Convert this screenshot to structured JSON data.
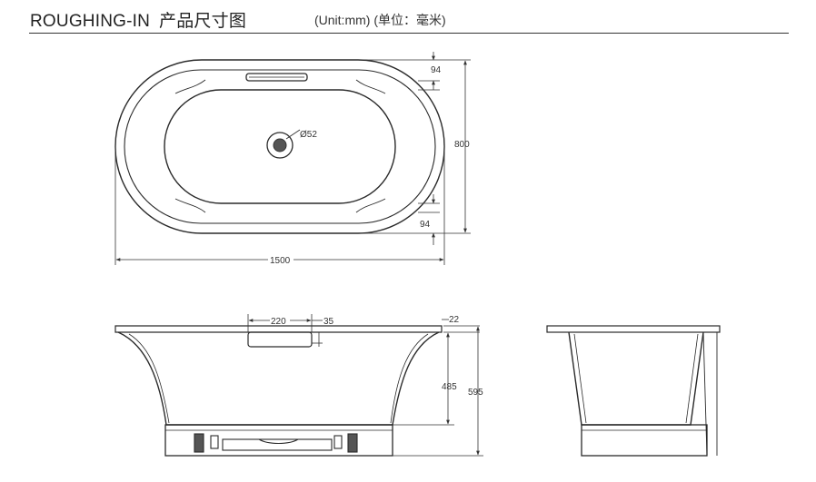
{
  "header": {
    "title": "ROUGHING-IN",
    "title_cn": "产品尺寸图",
    "unit": "(Unit:mm) (单位：毫米)"
  },
  "top_view": {
    "dims": {
      "depth_top": "94",
      "width": "800",
      "depth_bottom": "94",
      "length": "1500",
      "drain": "Ø52"
    }
  },
  "front_view": {
    "dims": {
      "overflow_width": "220",
      "overflow_offset": "35",
      "rim": "22",
      "inner_height": "485",
      "height": "595"
    }
  }
}
